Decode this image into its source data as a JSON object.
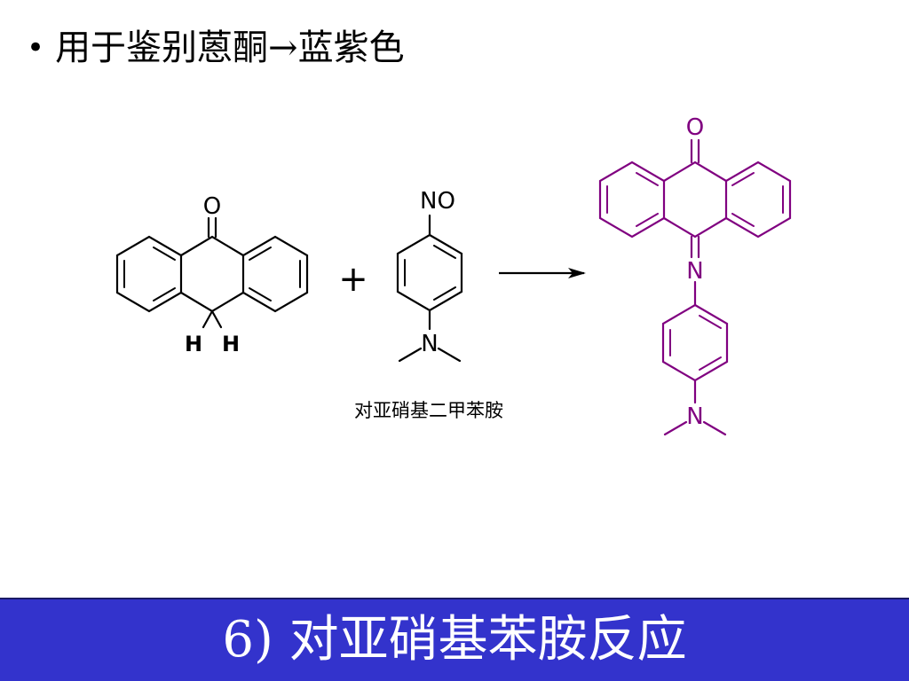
{
  "slide": {
    "bullet": "•",
    "heading": "用于鉴别蒽酮→蓝紫色",
    "footer_title": "6) 对亚硝基苯胺反应"
  },
  "colors": {
    "footer_band": "#3333cc",
    "reactant_stroke": "#000000",
    "product_stroke": "#800080",
    "footer_text": "#ffffff"
  },
  "scheme": {
    "anthrone": {
      "oxygen_label": "O",
      "hydrogen_left": "H",
      "hydrogen_right": "H"
    },
    "plus_sign": "+",
    "reagent": {
      "nitroso_label": "NO",
      "amine_label": "N",
      "caption": "对亚硝基二甲苯胺"
    },
    "product": {
      "oxygen_label": "O",
      "imine_label": "N",
      "amine_label": "N"
    }
  }
}
